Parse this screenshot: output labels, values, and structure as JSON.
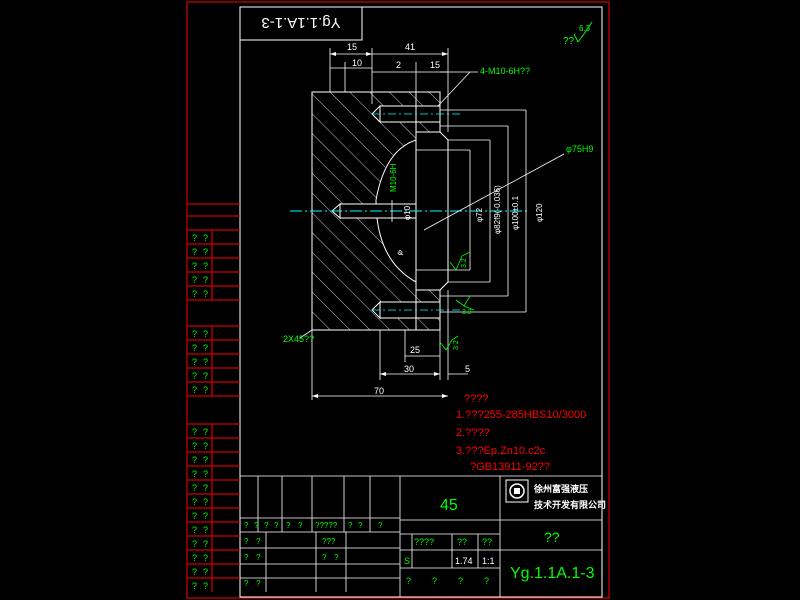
{
  "drawing_code_flipped": "Yg.1.1A.1-3",
  "surface_finish": {
    "top_right_text": "??",
    "top_right_value": "6.3"
  },
  "dims": {
    "d15_top": "15",
    "d41": "41",
    "d10": "10",
    "d2": "2",
    "d15_b": "15",
    "thread_callout": "4-M10-6H??",
    "bore_callout": "φ75H9",
    "center_thread": "M10-6H",
    "d10_small": "φ10",
    "d72": "φ72",
    "d82": "φ82f9(-0.036)",
    "d100": "φ100±0.1",
    "d120": "φ120",
    "chamfer": "2X45??",
    "r32_a": "3.2",
    "r32_b": "3.2",
    "r32_c": "3.2",
    "d25": "25",
    "d30": "30",
    "d5": "5",
    "d70": "70",
    "phi_mark": "φ"
  },
  "notes": {
    "title": "????",
    "line1": "1.???255-285HBS10/3000",
    "line2": "2.????",
    "line3": "3.???Ep.Zn10.c2c",
    "line4": "?GB13911-92??"
  },
  "title_block": {
    "material": "45",
    "company_line1": "徐州富强液压",
    "company_line2": "技术开发有限公司",
    "part_name": "??",
    "drawing_code": "Yg.1.1A.1-3",
    "row_labels": [
      "?",
      "?",
      "?",
      "?",
      "?",
      "?",
      "?????",
      "?",
      "?",
      "?"
    ],
    "mid_label": "???",
    "grade_cell": "????",
    "scale_label_a": "??",
    "scale_label_b": "??",
    "s_mark": "S",
    "weight": "1.74",
    "scale": "1:1",
    "sign_a": "?",
    "sign_b": "?",
    "sign_c": "?",
    "sign_d": "?",
    "row2_a": "?",
    "row2_b": "?",
    "row3_a": "?",
    "row3_b": "?",
    "row4_a": "?",
    "row4_b": "?",
    "mid_r3": "?",
    "mid_r3b": "?"
  },
  "side_table": {
    "cells": [
      "?",
      "?",
      "?",
      "?",
      "?",
      "?",
      "?",
      "?",
      "?",
      "?"
    ]
  }
}
